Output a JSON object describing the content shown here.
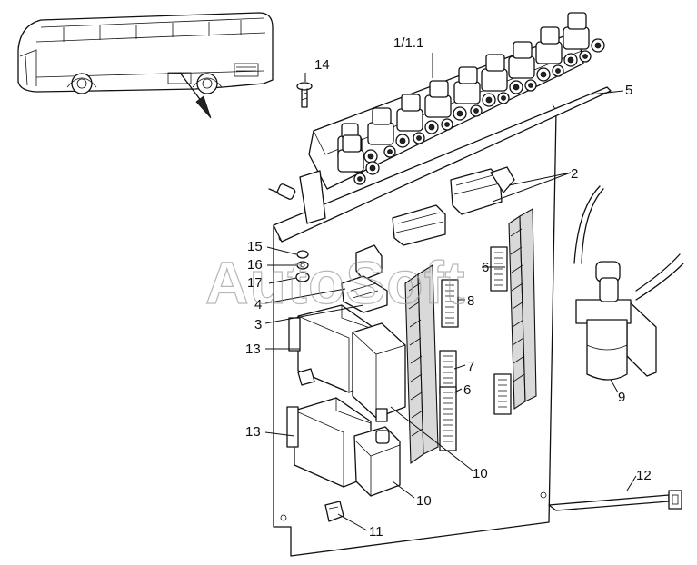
{
  "watermark": "AutoSoft",
  "callouts": [
    {
      "id": "c-1-1-1",
      "text": "1/1.1"
    },
    {
      "id": "c-14",
      "text": "14"
    },
    {
      "id": "c-5",
      "text": "5"
    },
    {
      "id": "c-2",
      "text": "2"
    },
    {
      "id": "c-15",
      "text": "15"
    },
    {
      "id": "c-16",
      "text": "16"
    },
    {
      "id": "c-6a",
      "text": "6"
    },
    {
      "id": "c-17",
      "text": "17"
    },
    {
      "id": "c-4",
      "text": "4"
    },
    {
      "id": "c-8",
      "text": "8"
    },
    {
      "id": "c-3",
      "text": "3"
    },
    {
      "id": "c-13a",
      "text": "13"
    },
    {
      "id": "c-7",
      "text": "7"
    },
    {
      "id": "c-9",
      "text": "9"
    },
    {
      "id": "c-6b",
      "text": "6"
    },
    {
      "id": "c-13b",
      "text": "13"
    },
    {
      "id": "c-10a",
      "text": "10"
    },
    {
      "id": "c-12",
      "text": "12"
    },
    {
      "id": "c-10b",
      "text": "10"
    },
    {
      "id": "c-11",
      "text": "11"
    }
  ]
}
